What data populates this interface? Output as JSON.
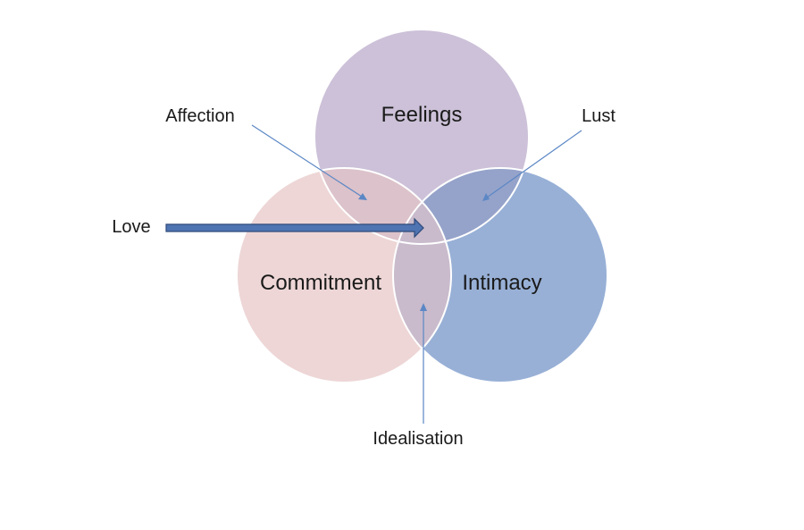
{
  "colors": {
    "feelings": "#ccc1d8",
    "commitment": "#eed6d6",
    "intimacy": "#98b0d6",
    "feelings_commitment_overlap": "#dcc2ca",
    "feelings_intimacy_overlap": "#95a3ca",
    "commitment_intimacy_overlap": "#c9bbcc",
    "callout_line": "#5b87c5",
    "love_arrow": "#4f74b2",
    "love_arrow_outline": "#2e4a7a",
    "circle_outline": "#ffffff"
  },
  "circles": {
    "feelings": {
      "label": "Feelings"
    },
    "commitment": {
      "label": "Commitment"
    },
    "intimacy": {
      "label": "Intimacy"
    }
  },
  "callouts": {
    "affection": {
      "label": "Affection"
    },
    "lust": {
      "label": "Lust"
    },
    "love": {
      "label": "Love"
    },
    "idealisation": {
      "label": "Idealisation"
    }
  }
}
